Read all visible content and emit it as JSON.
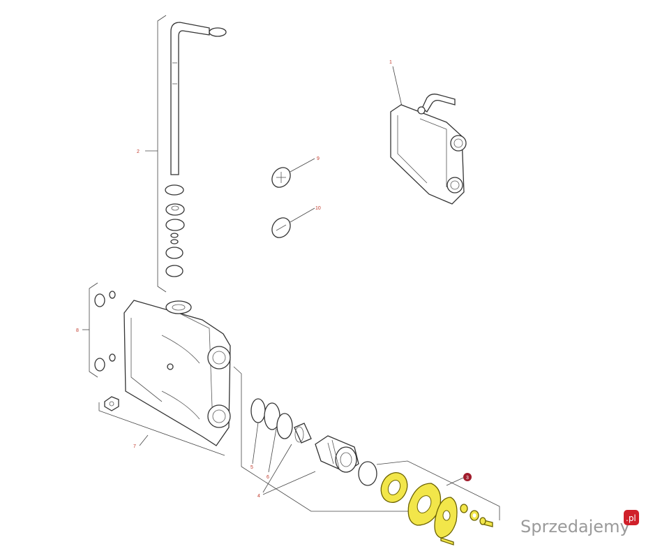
{
  "callouts": {
    "c1": "1",
    "c2": "2",
    "c3": "3",
    "c4": "4",
    "c5": "5",
    "c6": "6",
    "c7": "7",
    "c8": "8",
    "c9": "9",
    "c10": "10"
  },
  "watermark": {
    "text": "Sprzedajemy",
    "badge": ".pl"
  },
  "colors": {
    "callout_text": "#c0392b",
    "callout_badge": "#a01c2c",
    "highlight_fill": "#f2e64a",
    "outline": "#333333",
    "watermark_badge": "#d0202a"
  }
}
